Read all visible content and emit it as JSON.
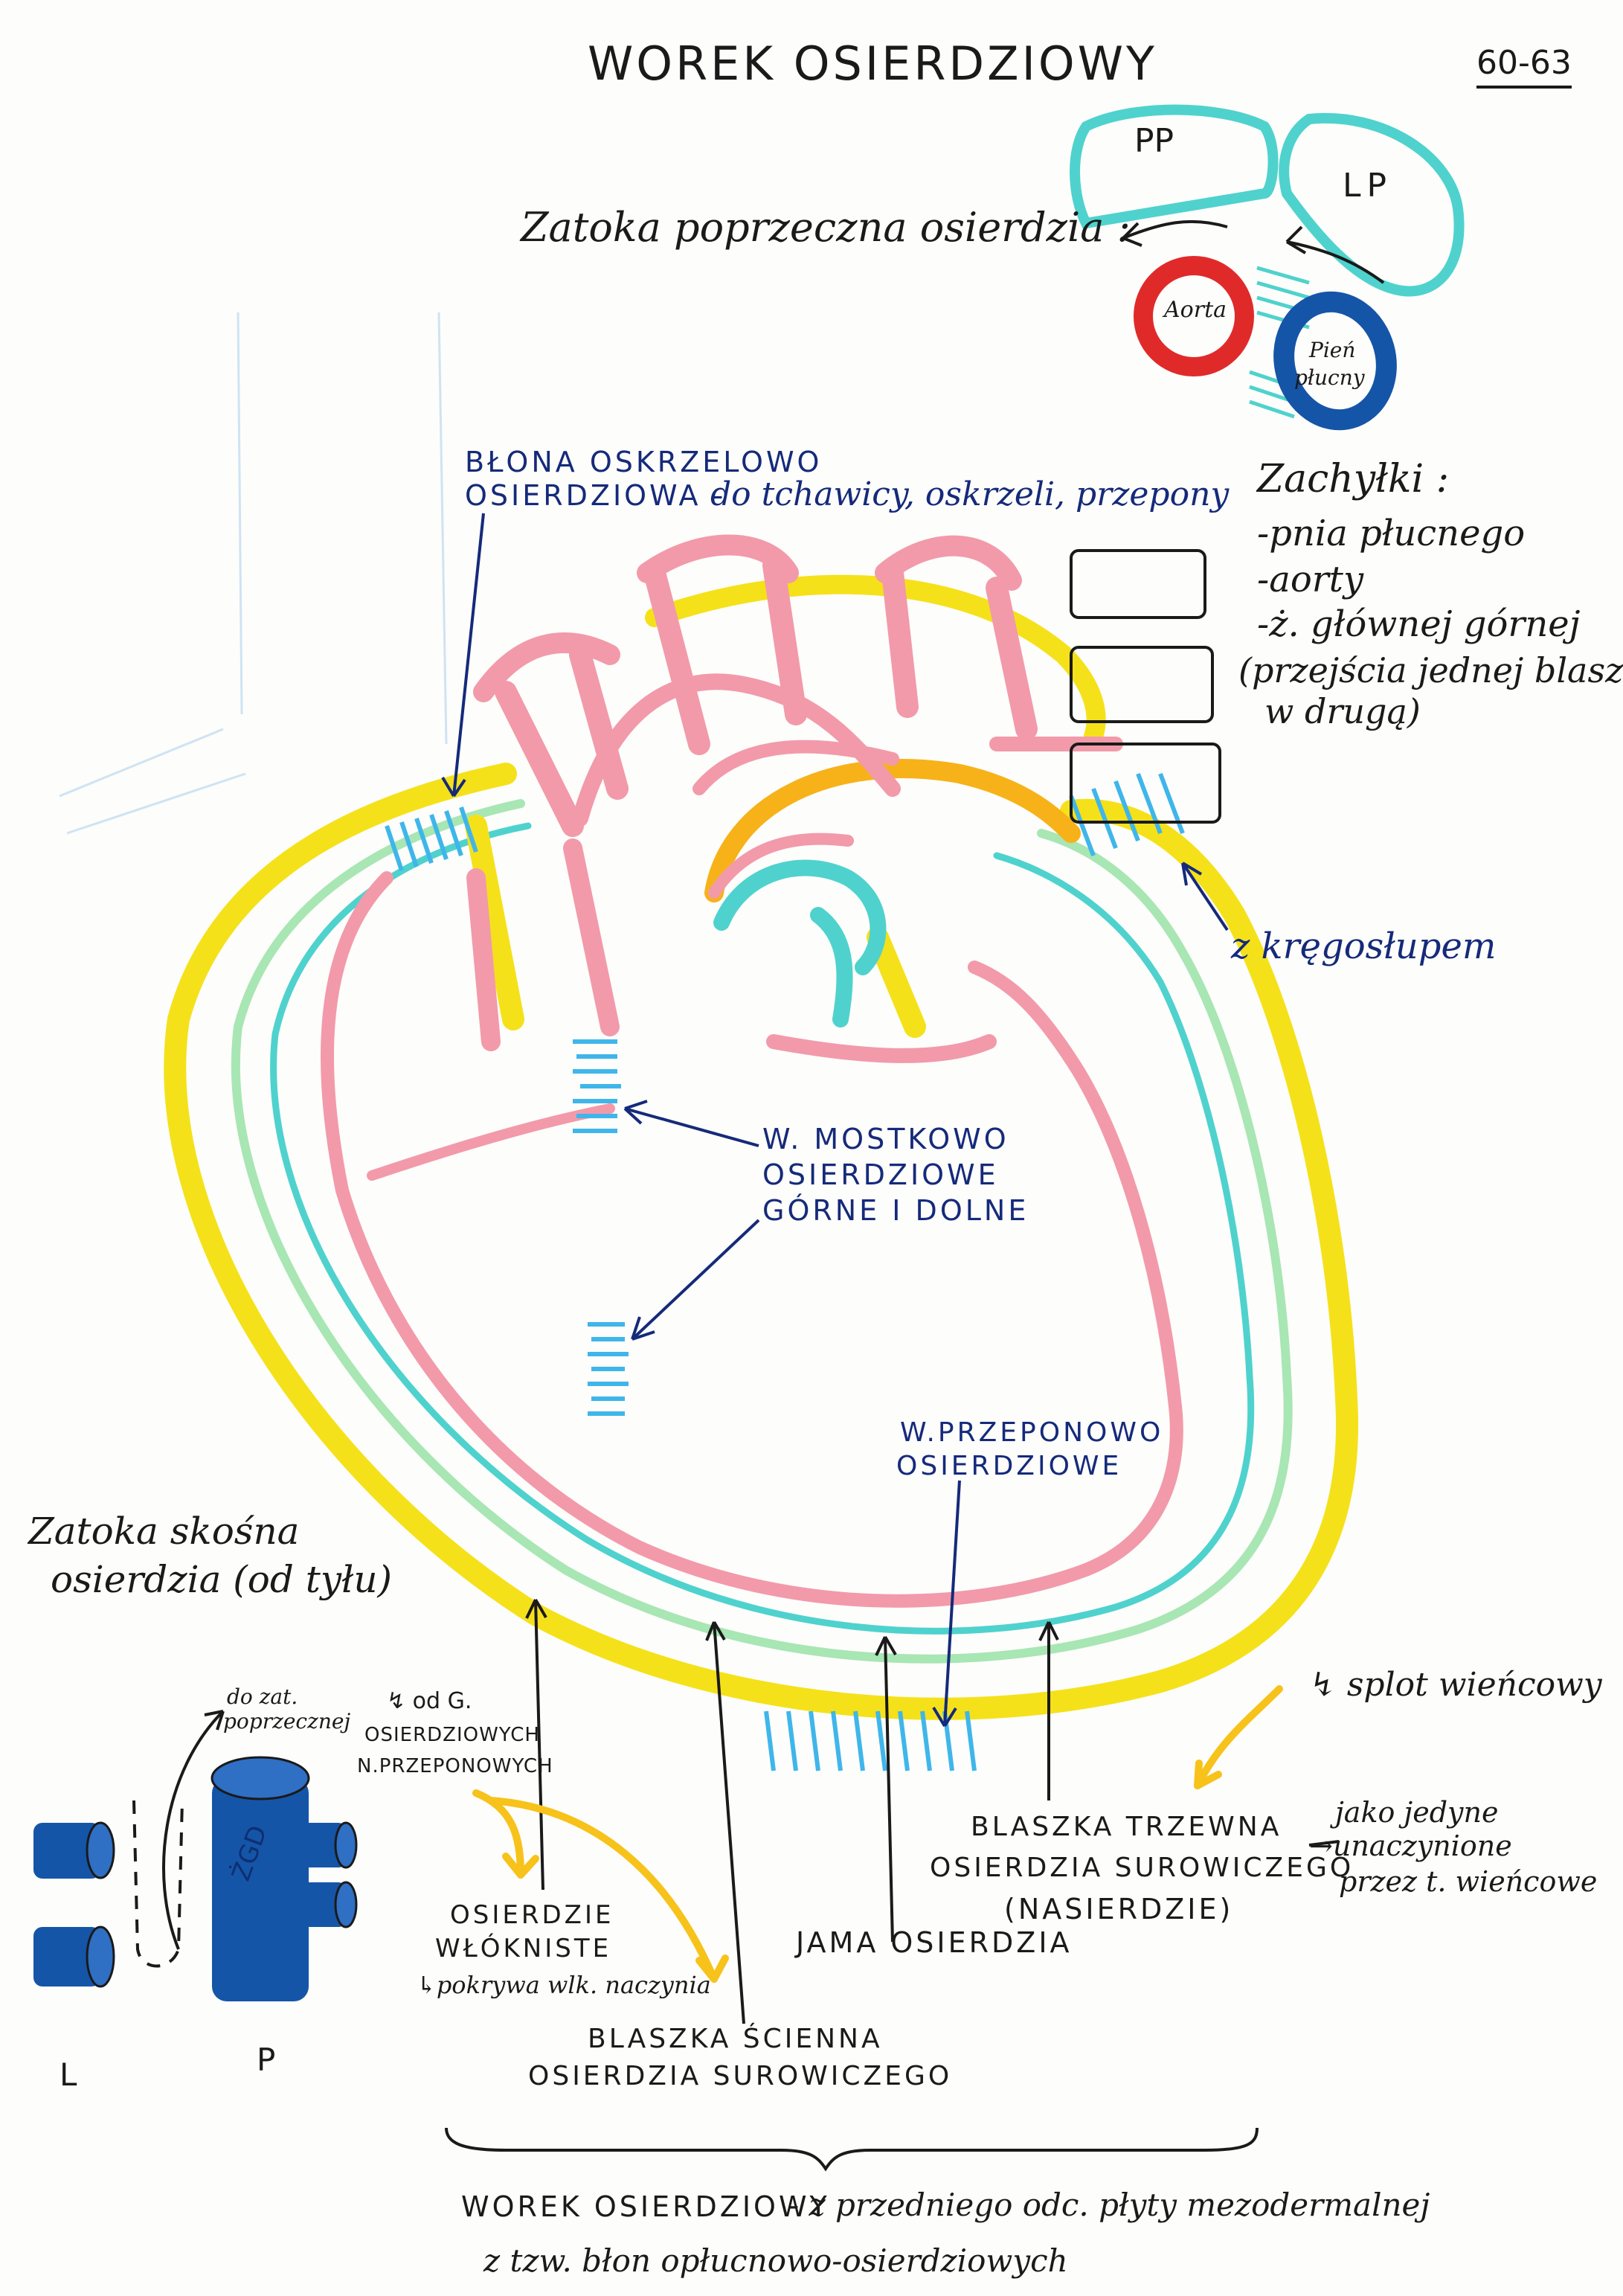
{
  "header": {
    "title": "WOREK OSIERDZIOWY",
    "pages": "60-63"
  },
  "transverse_sinus": {
    "label": "Zatoka poprzeczna osierdzia :",
    "pp": "PP",
    "lp": "LP",
    "aorta": "Aorta",
    "trunk_line1": "Pień",
    "trunk_line2": "płucny"
  },
  "membrane": {
    "line1": "BŁONA OSKRZELOWO",
    "line2_caps": "OSIERDZIOWA -",
    "line2_hand": "do tchawicy, oskrzeli, przepony"
  },
  "recesses": {
    "title": "Zachyłki :",
    "items": [
      "-pnia płucnego",
      "-aorty",
      "-ż. głównej górnej"
    ],
    "note1": "(przejścia jednej blaszki",
    "note2": "w drugą)"
  },
  "spine": {
    "label": "z kręgosłupem"
  },
  "sternal": {
    "line1": "W. MOSTKOWO",
    "line2": "OSIERDZIOWE",
    "line3": "GÓRNE I DOLNE"
  },
  "phrenic": {
    "line1": "W.PRZEPONOWO",
    "line2": "OSIERDZIOWE"
  },
  "oblique_sinus": {
    "line1": "Zatoka skośna",
    "line2": "osierdzia (od tyłu)",
    "to_transverse1": "do zat.",
    "to_transverse2": "poprzecznej",
    "zgd": "ŻGD",
    "left": "L",
    "right": "P"
  },
  "innervation": {
    "line1": "↯ od G.",
    "line2": "OSIERDZIOWYCH",
    "line3": "N.PRZEPONOWYCH"
  },
  "fibrous": {
    "line1": "OSIERDZIE",
    "line2": "WŁÓKNISTE",
    "line3": "↳pokrywa wlk. naczynia"
  },
  "parietal": {
    "line1": "BLASZKA ŚCIENNA",
    "line2": "OSIERDZIA SUROWICZEGO"
  },
  "cavity": {
    "label": "JAMA OSIERDZIA"
  },
  "visceral": {
    "line1": "BLASZKA TRZEWNA",
    "line2": "OSIERDZIA SUROWICZEGO",
    "line3": "(NASIERDZIE)"
  },
  "plexus": {
    "label": "↯ splot wieńcowy"
  },
  "vascular": {
    "line1": "jako jedyne",
    "line2": "→unaczynione",
    "line3": "przez t. wieńcowe"
  },
  "footer": {
    "line1_caps": "WOREK OSIERDZIOWY",
    "line1_hand": "- z przedniego odc. płyty mezodermalnej",
    "line2": "z tzw. błon opłucnowo-osierdziowych"
  },
  "colors": {
    "yellow": "#f5e11a",
    "green": "#a8e6b4",
    "cyan": "#4fd2cd",
    "pink": "#f29aaa",
    "blue_hatch": "#3fb6ea",
    "navy": "#152a7a",
    "red": "#e02a2a",
    "dark_blue": "#1555a8",
    "orange": "#f7b21a"
  }
}
